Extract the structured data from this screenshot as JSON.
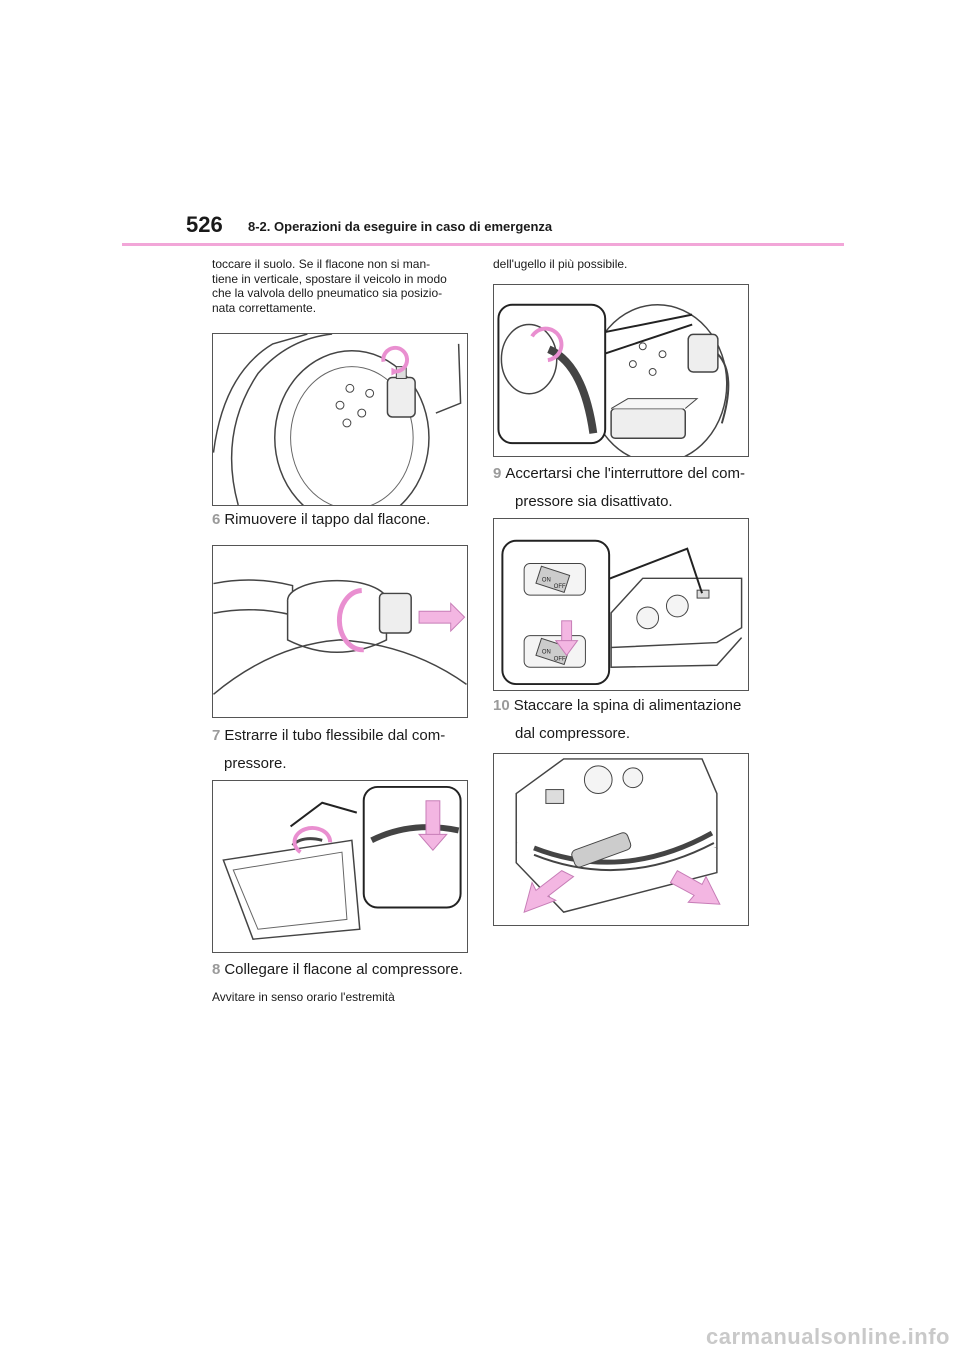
{
  "header": {
    "page_number": "526",
    "section_title": "8-2. Operazioni da eseguire in caso di emergenza"
  },
  "left": {
    "intro_lines": [
      "toccare il suolo. Se il flacone non si man-",
      "tiene in verticale, spostare il veicolo in modo",
      "che la valvola dello pneumatico sia posizio-",
      "nata correttamente."
    ],
    "step6": {
      "num": "6",
      "text": "Rimuovere il tappo dal flacone."
    },
    "step7": {
      "num": "7",
      "line1": "Estrarre il tubo flessibile dal com-",
      "line2": "pressore."
    },
    "step8": {
      "num": "8",
      "text": "Collegare il flacone al compressore."
    },
    "step8_note": "Avvitare in senso orario l'estremità"
  },
  "right": {
    "cont_note": "dell'ugello il più possibile.",
    "step9": {
      "num": "9",
      "line1": "Accertarsi che l'interruttore del com-",
      "line2": "pressore sia disattivato."
    },
    "step10": {
      "num": "10",
      "line1": "Staccare la spina di alimentazione",
      "line2": "dal compressore."
    },
    "switch_labels": {
      "on": "ON",
      "off": "OFF"
    }
  },
  "watermark": "carmanualsonline.info",
  "colors": {
    "accent_pink": "#f2a6d8",
    "step_number_gray": "#9a9a9a",
    "illustration_pink": "#e98fd0"
  }
}
